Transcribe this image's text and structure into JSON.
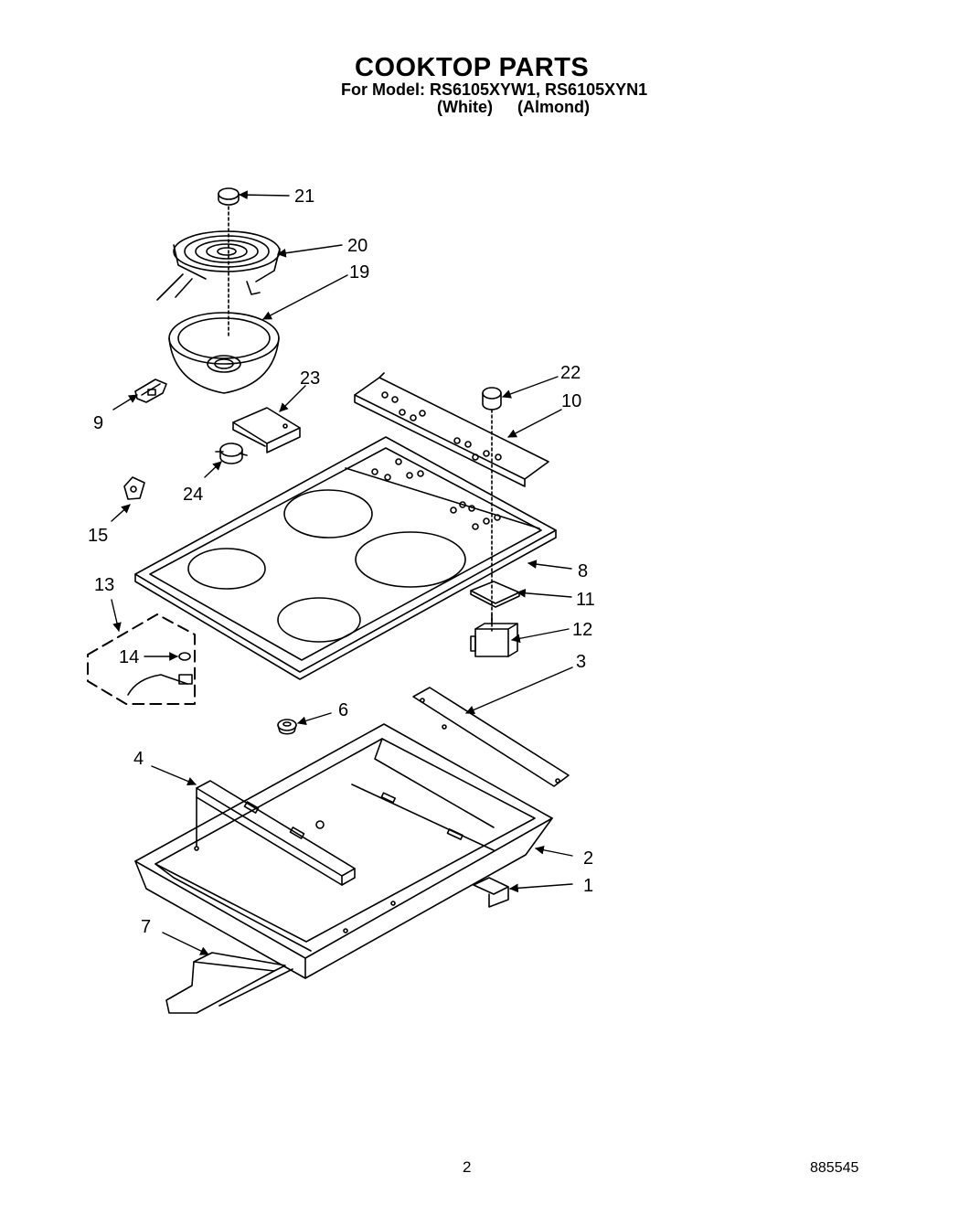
{
  "header": {
    "title": "COOKTOP PARTS",
    "model_line": "For Model: RS6105XYW1, RS6105XYN1",
    "color_white": "(White)",
    "color_almond": "(Almond)"
  },
  "callouts": [
    "21",
    "20",
    "19",
    "22",
    "23",
    "10",
    "9",
    "24",
    "15",
    "8",
    "11",
    "13",
    "12",
    "14",
    "3",
    "6",
    "4",
    "2",
    "1",
    "7"
  ],
  "footer": {
    "page_number": "2",
    "document_number": "885545"
  }
}
